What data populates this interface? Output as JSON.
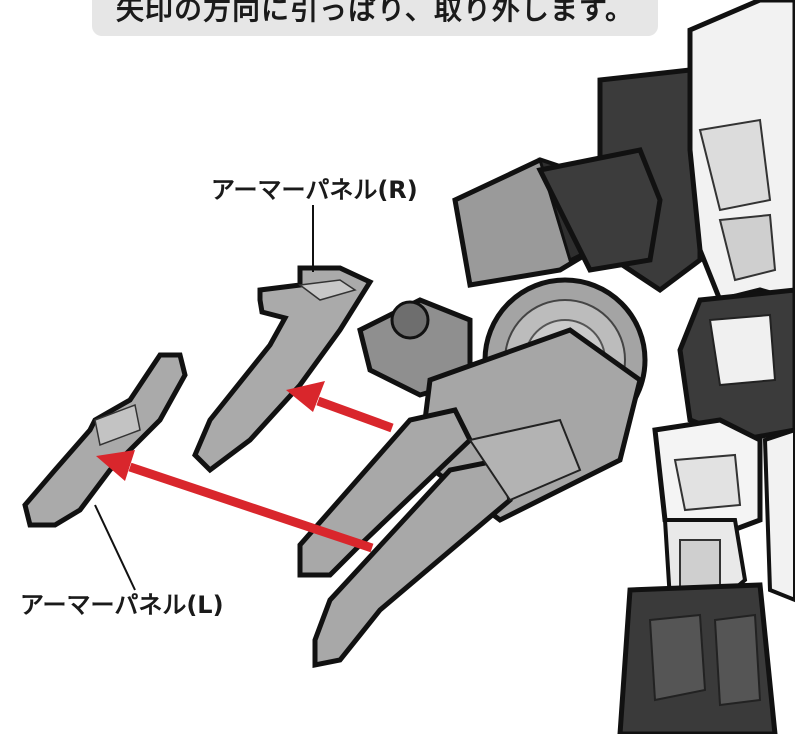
{
  "instruction": "矢印の方向に引っぱり、取り外します。",
  "parts": {
    "right_label": "アーマーパネル(R)",
    "left_label": "アーマーパネル(L)"
  },
  "colors": {
    "arrow": "#d9262c",
    "banner": "#e6e6e6",
    "part_gray": "#a9a9a9",
    "outline": "#111111",
    "robot_dark": "#3b3b3b",
    "robot_white": "#f2f2f2"
  }
}
